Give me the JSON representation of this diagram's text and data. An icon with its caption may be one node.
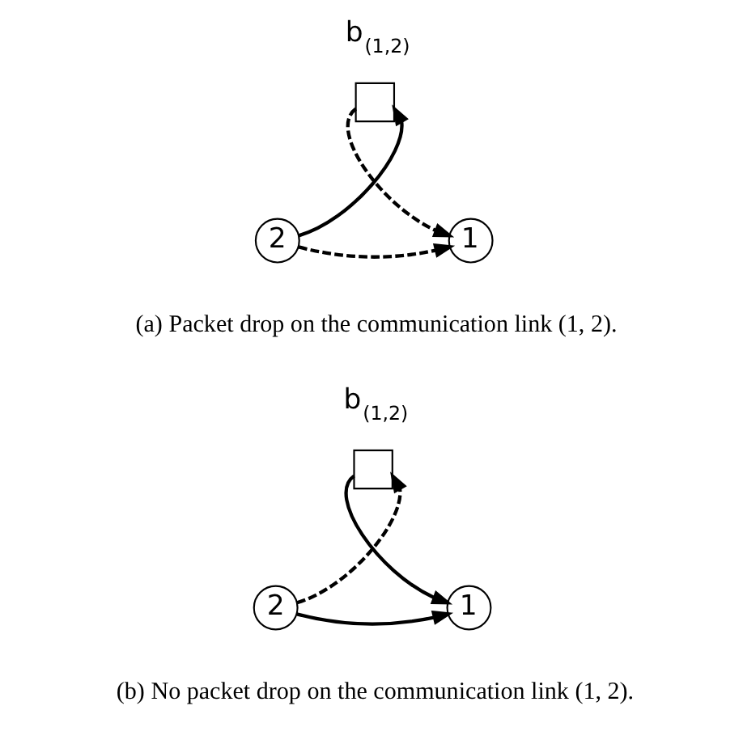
{
  "diagram": {
    "nodes": [
      {
        "text": [],
        "shape": "box",
        "beside": [
          "b$_{(1,2)}$"
        ]
      },
      {
        "text": [
          "2"
        ]
      },
      {
        "text": [
          "1"
        ]
      },
      {
        "text": [],
        "shape": "box",
        "beside": [
          "b$_{(1,2)}$"
        ]
      },
      {
        "text": [
          "2"
        ]
      },
      {
        "text": [
          "1"
        ]
      }
    ],
    "edges": [
      {
        "from": 1,
        "to": 0,
        "arrow": "to"
      },
      {
        "from": 0,
        "to": 2,
        "arrow": "to",
        "style": "dashed"
      },
      {
        "from": 1,
        "to": 2,
        "arrow": "to",
        "style": "dashed"
      },
      {
        "from": 4,
        "to": 3,
        "arrow": "to",
        "style": "dashed"
      },
      {
        "from": 3,
        "to": 5,
        "arrow": "to"
      },
      {
        "from": 4,
        "to": 5,
        "arrow": "to"
      }
    ],
    "labels": [
      "(a) Packet drop on the communication link (1, 2).",
      "(b) No packet drop on the communication link (1, 2)."
    ]
  }
}
